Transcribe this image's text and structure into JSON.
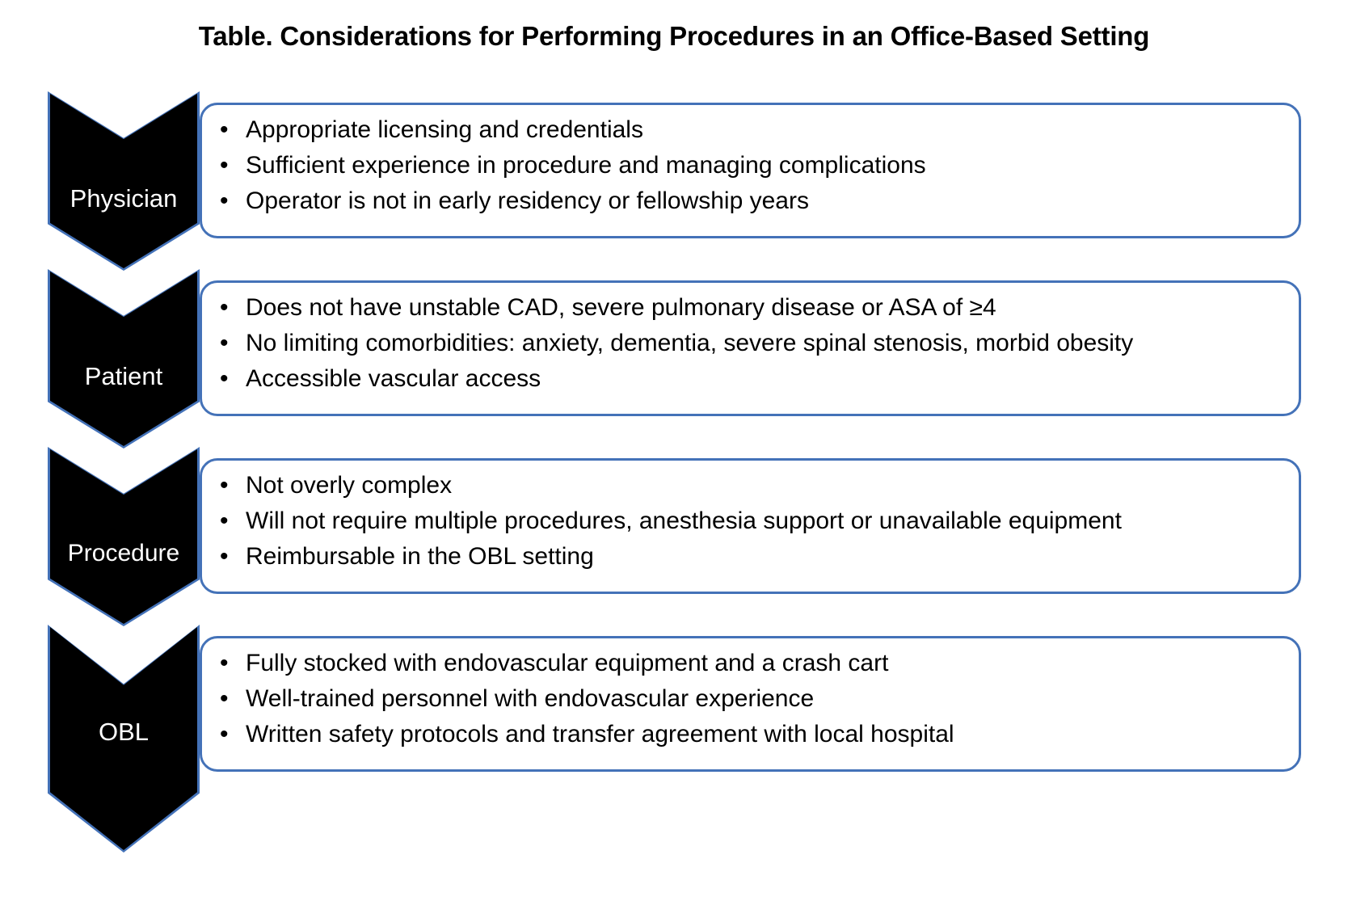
{
  "title": "Table. Considerations for Performing Procedures in an Office-Based Setting",
  "colors": {
    "accent_blue": "#4472B8",
    "chevron_fill": "#000000",
    "chevron_label": "#FFFFFF",
    "background": "#FFFFFF",
    "text": "#000000"
  },
  "rows": [
    {
      "label": "Physician",
      "bullets": [
        "Appropriate licensing and credentials",
        "Sufficient experience in procedure and managing complications",
        "Operator is not in early residency or fellowship years"
      ]
    },
    {
      "label": "Patient",
      "bullets": [
        "Does not have unstable CAD, severe pulmonary disease or ASA of ≥4",
        "No limiting comorbidities: anxiety, dementia, severe spinal stenosis, morbid obesity",
        "Accessible vascular access"
      ]
    },
    {
      "label": "Procedure",
      "bullets": [
        "Not overly complex",
        "Will not require multiple procedures, anesthesia support or unavailable equipment",
        "Reimbursable in the OBL setting"
      ]
    },
    {
      "label": "OBL",
      "bullets": [
        "Fully stocked with endovascular equipment and a crash cart",
        "Well-trained personnel with endovascular experience",
        "Written safety protocols and transfer agreement with local hospital"
      ]
    }
  ]
}
